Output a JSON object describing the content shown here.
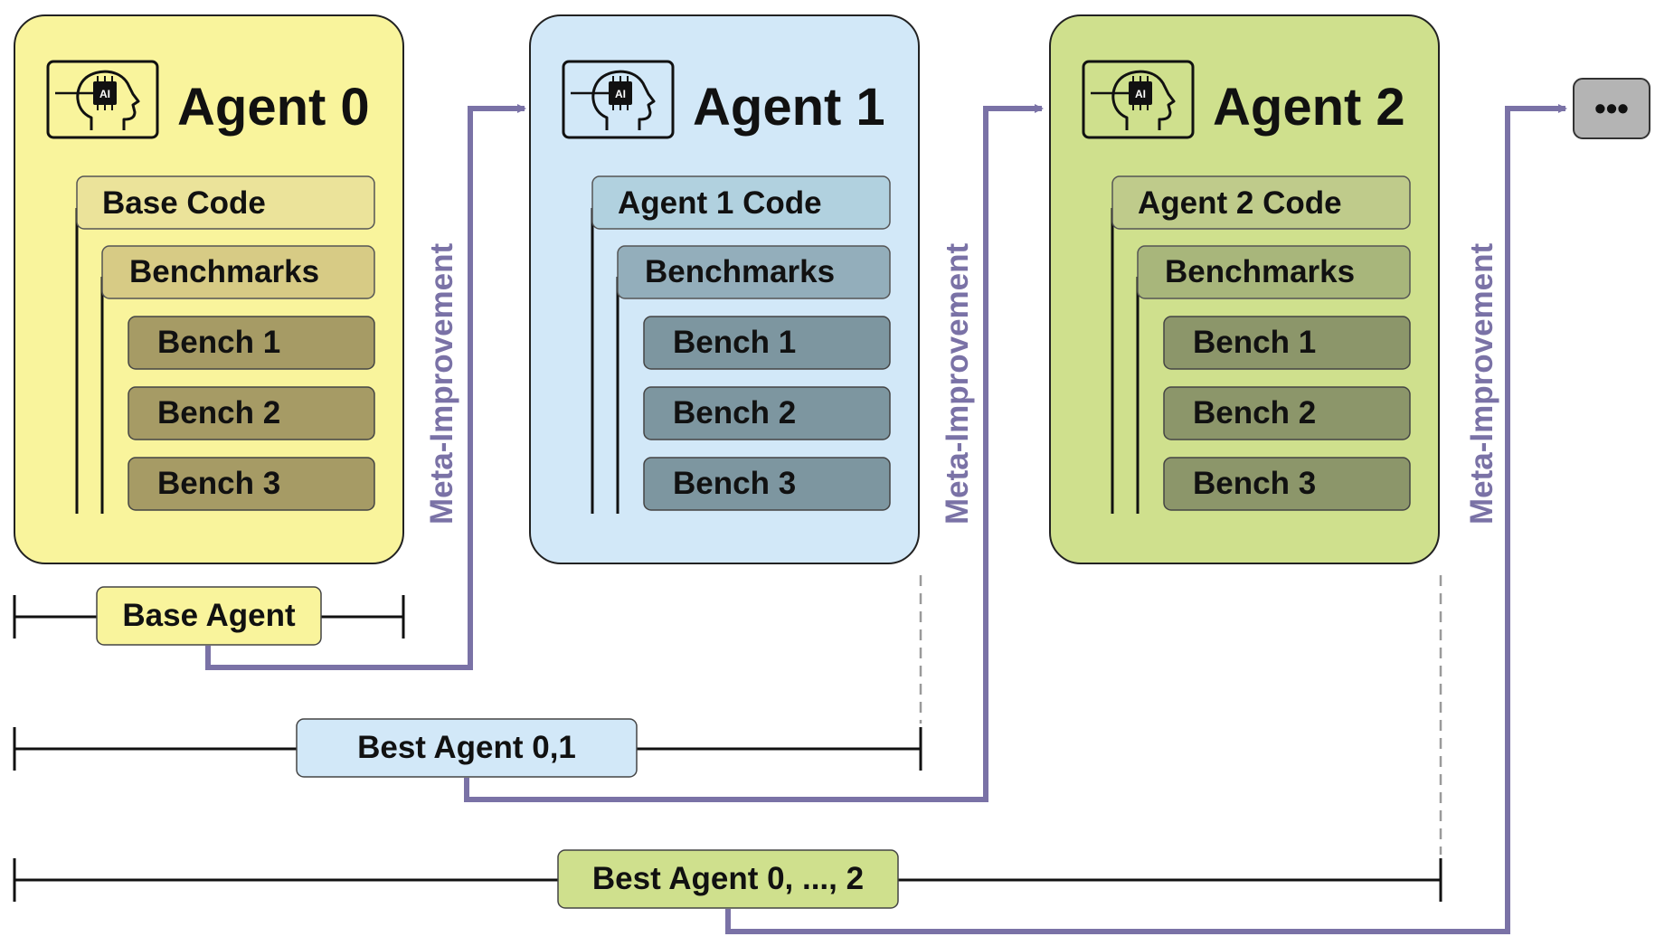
{
  "agents": [
    {
      "title": "Agent 0",
      "code_label": "Base Code",
      "benchmarks_label": "Benchmarks",
      "benches": [
        "Bench 1",
        "Bench 2",
        "Bench 3"
      ],
      "colors": {
        "panel": "#f9f49c",
        "code": "#ebe39a",
        "benchmarks": "#d7cb85",
        "bench": "#a69b65"
      }
    },
    {
      "title": "Agent 1",
      "code_label": "Agent 1 Code",
      "benchmarks_label": "Benchmarks",
      "benches": [
        "Bench 1",
        "Bench 2",
        "Bench 3"
      ],
      "colors": {
        "panel": "#d2e8f8",
        "code": "#b1d1df",
        "benchmarks": "#93aebb",
        "bench": "#7d96a0"
      }
    },
    {
      "title": "Agent 2",
      "code_label": "Agent 2 Code",
      "benchmarks_label": "Benchmarks",
      "benches": [
        "Bench 1",
        "Bench 2",
        "Bench 3"
      ],
      "colors": {
        "panel": "#cfe08d",
        "code": "#bfcb8b",
        "benchmarks": "#a8b67b",
        "bench": "#8c966a"
      }
    }
  ],
  "arrow_label": "Meta-Improvement",
  "ellipsis_label": "•••",
  "timeline": [
    {
      "label": "Base Agent",
      "color": "#f9f49c"
    },
    {
      "label": "Best Agent 0,1",
      "color": "#d2e8f8"
    },
    {
      "label": "Best Agent 0, ..., 2",
      "color": "#cfe08d"
    }
  ],
  "colors": {
    "arrow": "#7a72a6",
    "ellipsis_box": "#b4b4b4",
    "line": "#111111",
    "dashed": "#9a9a9a"
  },
  "icons": {
    "agent": "ai-head-icon"
  },
  "icon_text": "AI"
}
